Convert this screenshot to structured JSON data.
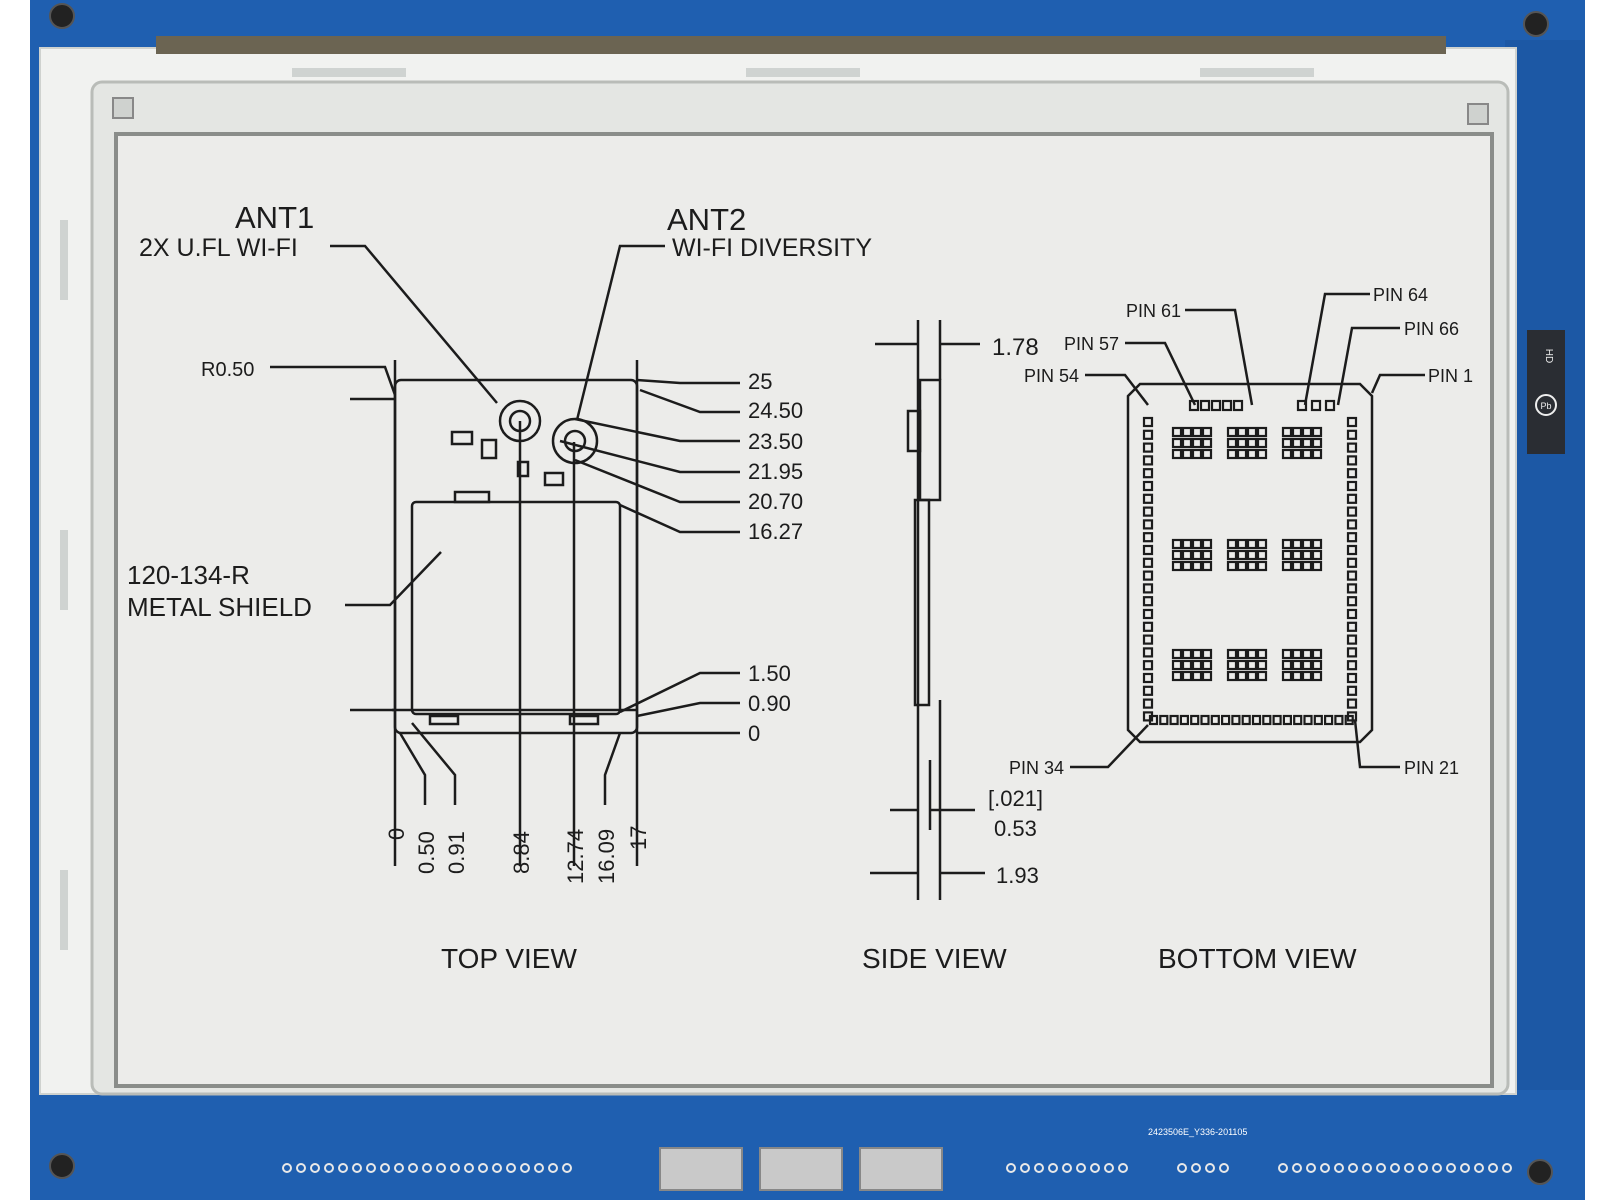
{
  "board": {
    "pcb_color": "#1f5fb0",
    "pcb_dark": "#174c92",
    "silk_text": "2423506E_Y336-201105",
    "badge_text": "HD",
    "badge_pb": "Pb"
  },
  "display": {
    "bezel_color": "#e9ebe8",
    "screen_color": "#ececea",
    "ink_color": "#1c1c1c"
  },
  "callouts": {
    "ant1_title": "ANT1",
    "ant1_sub": "2X U.FL WI-FI",
    "ant2_title": "ANT2",
    "ant2_sub": "WI-FI DIVERSITY",
    "radius": "R0.50",
    "shield_line1": "120-134-R",
    "shield_line2": "METAL SHIELD"
  },
  "top_view": {
    "label": "TOP VIEW",
    "y_dims": [
      "25",
      "24.50",
      "23.50",
      "21.95",
      "20.70",
      "16.27",
      "1.50",
      "0.90",
      "0"
    ],
    "x_dims": [
      "0",
      "0.50",
      "0.91",
      "8.84",
      "12.74",
      "16.09",
      "17"
    ]
  },
  "side_view": {
    "label": "SIDE VIEW",
    "dim_top": "1.78",
    "dim_mid_inch": "[.021]",
    "dim_mid": "0.53",
    "dim_bottom": "1.93"
  },
  "bottom_view": {
    "label": "BOTTOM VIEW",
    "pins": {
      "pin61": "PIN 61",
      "pin64": "PIN 64",
      "pin57": "PIN 57",
      "pin66": "PIN 66",
      "pin54": "PIN 54",
      "pin1": "PIN 1",
      "pin34": "PIN 34",
      "pin21": "PIN 21"
    }
  }
}
